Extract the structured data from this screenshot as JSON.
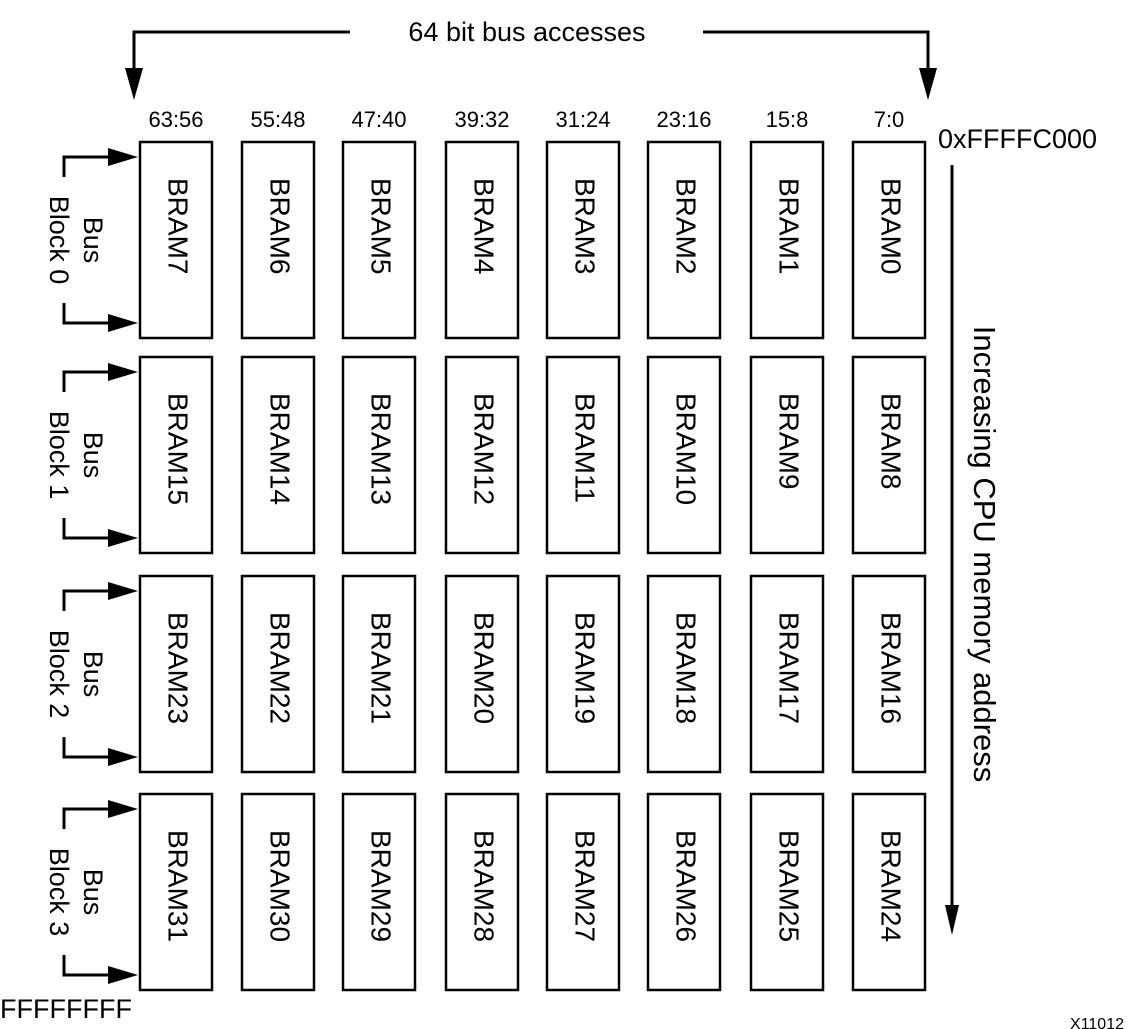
{
  "title": "64 bit bus accesses",
  "bit_ranges": [
    "63:56",
    "55:48",
    "47:40",
    "39:32",
    "31:24",
    "23:16",
    "15:8",
    "7:0"
  ],
  "start_address": "0xFFFFC000",
  "end_address": "FFFFFFFF",
  "axis_label": "Increasing CPU memory address",
  "figure_id": "X11012",
  "bus_blocks": [
    {
      "line1": "Bus",
      "line2": "Block 0",
      "brams": [
        "BRAM7",
        "BRAM6",
        "BRAM5",
        "BRAM4",
        "BRAM3",
        "BRAM2",
        "BRAM1",
        "BRAM0"
      ]
    },
    {
      "line1": "Bus",
      "line2": "Block 1",
      "brams": [
        "BRAM15",
        "BRAM14",
        "BRAM13",
        "BRAM12",
        "BRAM11",
        "BRAM10",
        "BRAM9",
        "BRAM8"
      ]
    },
    {
      "line1": "Bus",
      "line2": "Block 2",
      "brams": [
        "BRAM23",
        "BRAM22",
        "BRAM21",
        "BRAM20",
        "BRAM19",
        "BRAM18",
        "BRAM17",
        "BRAM16"
      ]
    },
    {
      "line1": "Bus",
      "line2": "Block 3",
      "brams": [
        "BRAM31",
        "BRAM30",
        "BRAM29",
        "BRAM28",
        "BRAM27",
        "BRAM26",
        "BRAM25",
        "BRAM24"
      ]
    }
  ],
  "colors": {
    "stroke": "#000000",
    "background": "#ffffff"
  }
}
